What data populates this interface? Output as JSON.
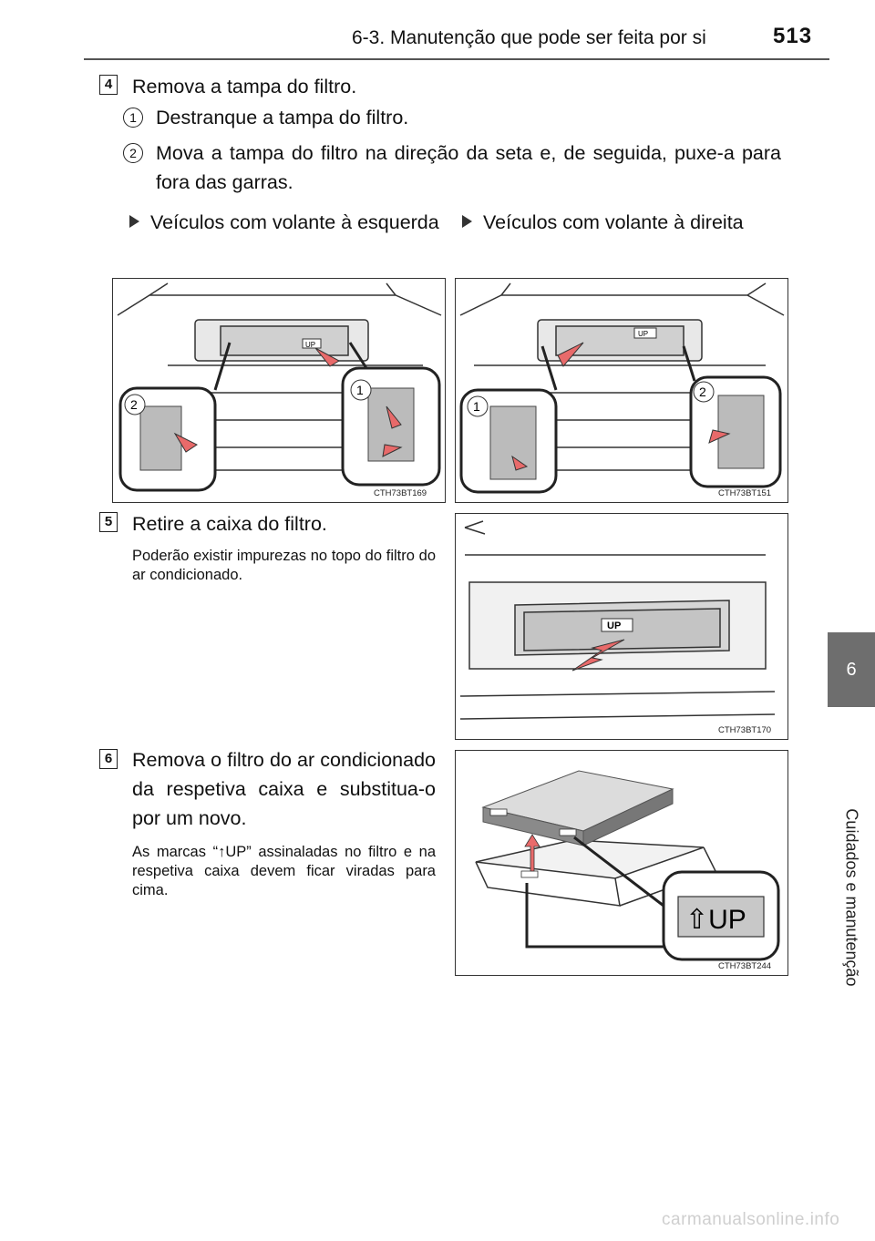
{
  "header": {
    "section_title": "6-3. Manutenção que pode ser feita por si",
    "page_number": "513"
  },
  "side_tab": {
    "chapter_number": "6",
    "chapter_label": "Cuidados e manutenção"
  },
  "step4": {
    "number": "4",
    "title": "Remova a tampa do filtro.",
    "substeps": [
      {
        "number": "1",
        "text": "Destranque a tampa do filtro."
      },
      {
        "number": "2",
        "text": "Mova a tampa do filtro na direção da seta e, de seguida, puxe-a para fora das garras."
      }
    ],
    "variants": [
      {
        "label": "Veículos com volante à esquerda"
      },
      {
        "label": "Veículos com volante à direita"
      }
    ],
    "figures": [
      {
        "code": "CTH73BT169",
        "callout_1": "1",
        "callout_2": "2",
        "tag": "UP"
      },
      {
        "code": "CTH73BT151",
        "callout_1": "1",
        "callout_2": "2",
        "tag": "UP"
      }
    ]
  },
  "step5": {
    "number": "5",
    "title": "Retire a caixa do filtro.",
    "note": "Poderão existir impurezas no topo do filtro do ar condicionado.",
    "figure": {
      "code": "CTH73BT170",
      "tag": "UP"
    }
  },
  "step6": {
    "number": "6",
    "title": "Remova o filtro do ar condicionado da respetiva caixa e substitua-o por um novo.",
    "note": "As marcas “↑UP” assinaladas no filtro e na respetiva caixa devem ficar viradas para cima.",
    "figure": {
      "code": "CTH73BT244",
      "tag": "⇧UP"
    }
  },
  "watermark": "carmanualsonline.info"
}
